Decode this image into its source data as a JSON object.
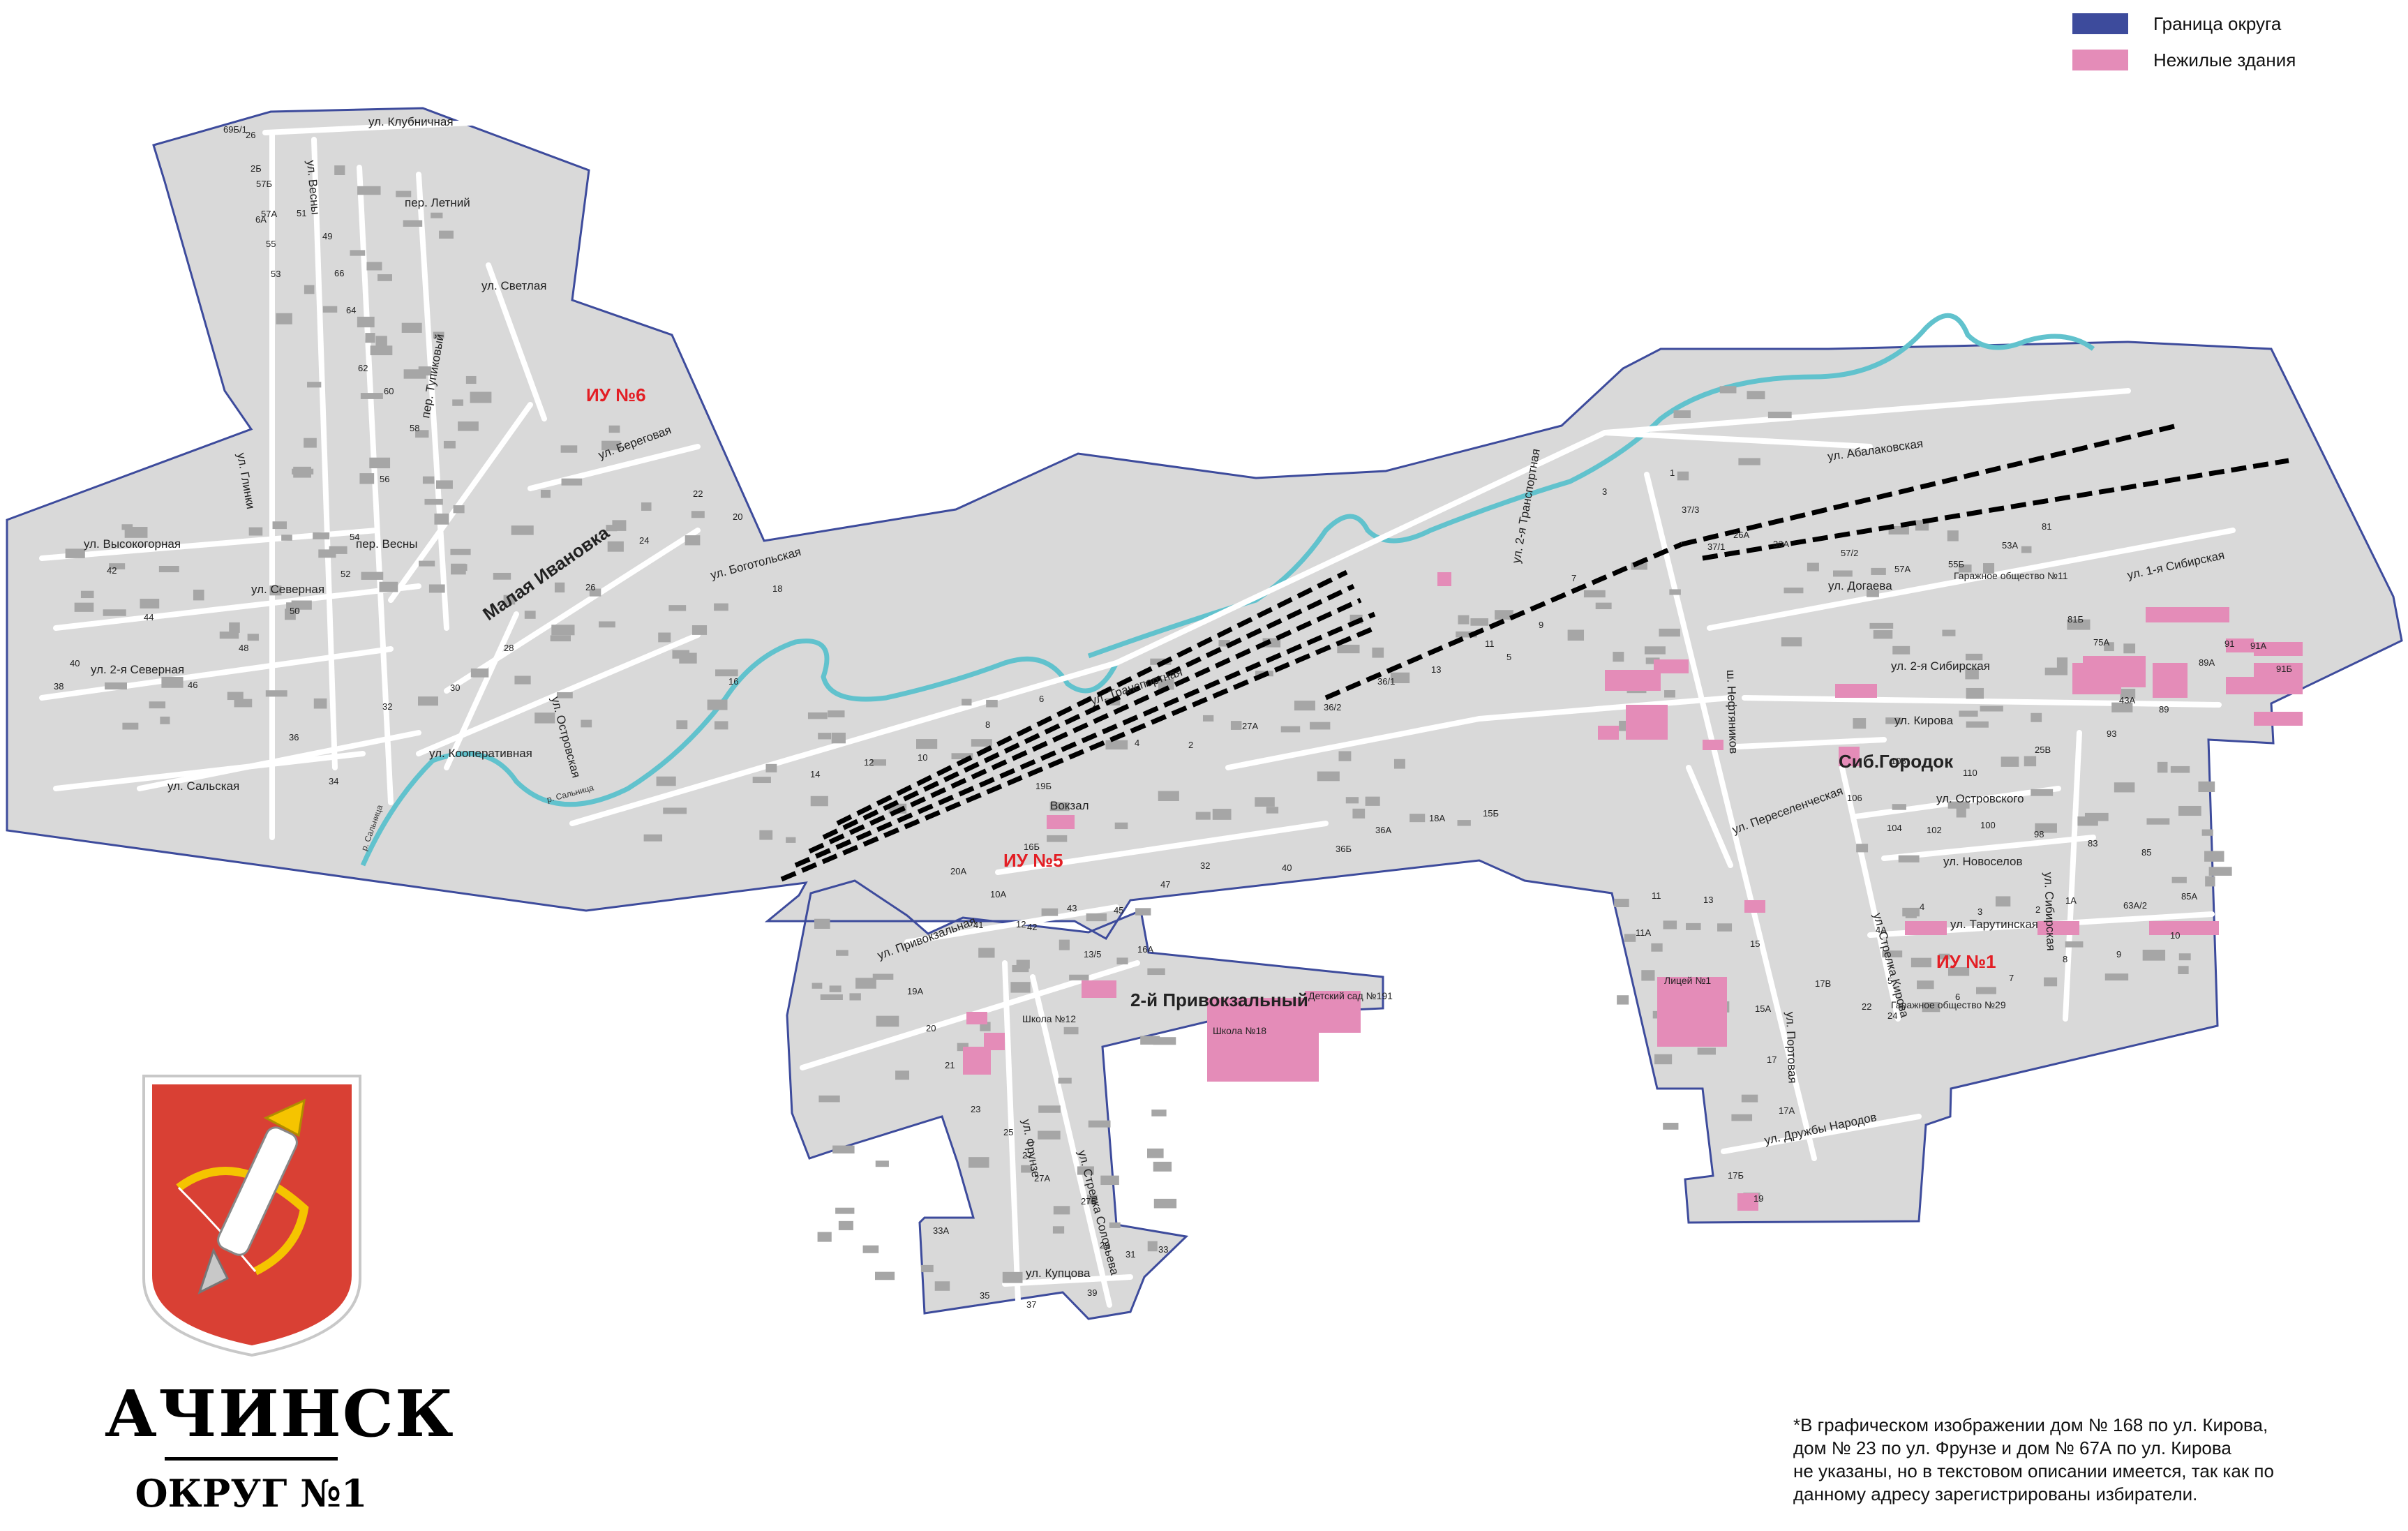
{
  "legend": {
    "items": [
      {
        "label": "Граница округа",
        "color": "#3d4b9c"
      },
      {
        "label": "Нежилые здания",
        "color": "#e48cb8"
      }
    ]
  },
  "colors": {
    "district_fill": "#d9d9d9",
    "border": "#3d4b9c",
    "river": "#61c2cd",
    "street": "#ffffff",
    "building": "#a6a6a6",
    "nonresidential": "#e48cb8",
    "railway": "#000000",
    "iu_label": "#e31e24",
    "coat_red": "#d94034"
  },
  "title": {
    "city": "АЧИНСК",
    "district": "ОКРУГ №1"
  },
  "footnote": "*В графическом изображении дом № 168 по ул. Кирова,\nдом № 23 по ул. Фрунзе и дом № 67А по ул. Кирова\nне указаны, но в текстовом описании имеется, так как по\nданному адресу зарегистрированы избиратели.",
  "precincts": [
    "ИУ №6",
    "ИУ №5",
    "ИУ №1"
  ],
  "areas": [
    "Малая Ивановка",
    "2-й Привокзальный",
    "Сиб.Городок"
  ],
  "streets": [
    "ул. Клубничная",
    "ул. Весны",
    "ул. Светлая",
    "пер. Летний",
    "ул. Береговая",
    "ул. Высокогорная",
    "ул. Северная",
    "ул. 2-я Северная",
    "ул. Боготольская",
    "ул. Сальская",
    "ул. Кооперативная",
    "ул. Глинки",
    "ул. Островская",
    "ул. Транспортная",
    "ул. 2-я Транспортная",
    "ул. Абалаковская",
    "ул. Догаева",
    "ул. 1-я Сибирская",
    "ул. 2-я Сибирская",
    "ул. Кирова",
    "ул. Переселенческая",
    "ул. Новоселов",
    "ул. Тарутинская",
    "ул. Островского",
    "ул. Привокзальная",
    "ул. Фрунзе",
    "ул. Стрелка Соловьева",
    "ул. Купцова",
    "ул. Дружбы Народов",
    "ул. Портовая",
    "ул. Сибирская",
    "ш. Нефтяников",
    "ул. Стрелка Кирова",
    "пер. Тупиковый",
    "пер. Весны"
  ],
  "pois": [
    "Вокзал",
    "Школа №12",
    "Школа №18",
    "Детский сад №191",
    "Лицей №1",
    "Гаражное общество №11",
    "Гаражное общество №29"
  ],
  "rivers": [
    "р. Сальница",
    "р. Сальница"
  ],
  "house_numbers": [
    "69Б/1",
    "57Б",
    "57А",
    "55",
    "53",
    "51",
    "49",
    "66",
    "64",
    "62",
    "60",
    "58",
    "56",
    "54",
    "52",
    "50",
    "48",
    "46",
    "44",
    "42",
    "40",
    "38",
    "36",
    "34",
    "32",
    "30",
    "28",
    "26",
    "24",
    "22",
    "20",
    "18",
    "16",
    "14",
    "12",
    "10",
    "8",
    "6",
    "4",
    "2",
    "27А",
    "36/2",
    "36/1",
    "13",
    "11",
    "9",
    "7",
    "5",
    "3",
    "1",
    "37/3",
    "37/1",
    "26А",
    "36А",
    "57/2",
    "57А",
    "55Б",
    "53А",
    "81",
    "81Б",
    "75А",
    "43А",
    "89",
    "89А",
    "91",
    "91А",
    "91Б",
    "93",
    "25В",
    "110",
    "108",
    "106",
    "104",
    "102",
    "100",
    "98",
    "83",
    "85",
    "85А",
    "63А/2",
    "1А",
    "2",
    "3",
    "4",
    "4А",
    "5",
    "6",
    "7",
    "8",
    "9",
    "10",
    "11",
    "11А",
    "13",
    "15",
    "15А",
    "17",
    "17А",
    "17Б",
    "19",
    "19А",
    "20",
    "21",
    "23",
    "25",
    "27",
    "27А",
    "27Б",
    "29",
    "31",
    "33",
    "33А",
    "35",
    "37",
    "39",
    "41",
    "42",
    "43",
    "45",
    "47",
    "32",
    "40",
    "36Б",
    "36А",
    "18А",
    "15Б",
    "20А",
    "10А",
    "12",
    "13/5",
    "16А",
    "16Б",
    "19Б",
    "17В",
    "22",
    "24",
    "26",
    "2Б",
    "6А"
  ]
}
